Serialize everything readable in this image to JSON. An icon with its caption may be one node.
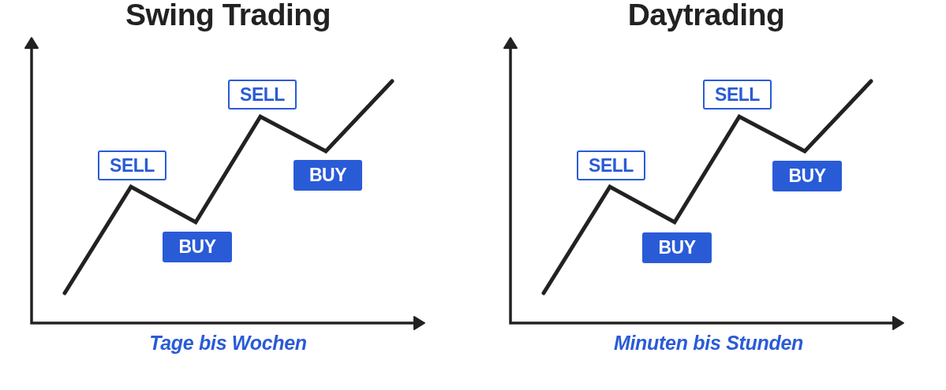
{
  "diagram": {
    "nodes": [
      {
        "text": [
          "SELL"
        ]
      },
      {
        "text": [
          "BUY"
        ]
      },
      {
        "text": [
          "SELL"
        ]
      },
      {
        "text": [
          "BUY"
        ]
      },
      {
        "text": [
          "SELL"
        ]
      },
      {
        "text": [
          "BUY"
        ]
      },
      {
        "text": [
          "SELL"
        ]
      },
      {
        "text": [
          "BUY"
        ]
      }
    ],
    "labels": [
      "Swing Trading",
      "Daytrading",
      "Tage bis Wochen",
      "Minuten bis Stunden"
    ]
  }
}
